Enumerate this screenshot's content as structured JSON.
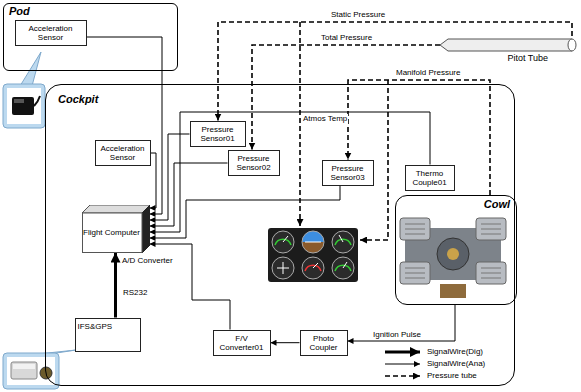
{
  "diagram": {
    "nodes": [
      {
        "text": [
          "Pod"
        ]
      },
      {
        "text": [
          "Acceleration Sensor"
        ],
        "in": 0
      },
      {
        "text": [
          "Cockpit"
        ]
      },
      {
        "text": [
          "Pressure Sensor01"
        ],
        "in": 2
      },
      {
        "text": [
          "Pressure Sensor02"
        ],
        "in": 2
      },
      {
        "text": [
          "Acceleration Sensor"
        ],
        "in": 2
      },
      {
        "text": [
          "Flight Computer"
        ],
        "in": 2
      },
      {
        "text": [
          "Pressure Sensor03"
        ],
        "in": 2
      },
      {
        "text": [
          "Thermo Couple01"
        ],
        "in": 2
      },
      {
        "text": [
          "F/V Converter01"
        ],
        "in": 2
      },
      {
        "text": [
          "Photo Coupler"
        ],
        "in": 2
      },
      {
        "text": [
          "IFS&GPS"
        ],
        "in": 2
      },
      {
        "text": [
          "Cowl"
        ]
      },
      {
        "text": [
          "Pitot Tube"
        ]
      }
    ],
    "edges": [
      {
        "from": 1,
        "to": 6,
        "arrow": "to"
      },
      {
        "from": 3,
        "to": 6,
        "arrow": "to"
      },
      {
        "from": 4,
        "to": 6,
        "arrow": "to"
      },
      {
        "from": 5,
        "to": 6,
        "arrow": "to"
      },
      {
        "from": 7,
        "to": 6,
        "arrow": "to"
      },
      {
        "from": 8,
        "to": 6,
        "arrow": "to"
      },
      {
        "from": 9,
        "to": 6,
        "arrow": "to"
      },
      {
        "from": 10,
        "to": 9,
        "arrow": "to"
      },
      {
        "from": 12,
        "to": 10,
        "arrow": "to"
      },
      {
        "from": 11,
        "to": 6,
        "arrow": "to"
      },
      {
        "from": 13,
        "to": 3,
        "arrow": "to"
      },
      {
        "from": 13,
        "to": 4,
        "arrow": "to"
      },
      {
        "from": 12,
        "to": 7,
        "arrow": "to"
      }
    ],
    "labels": [
      "Static Pressure",
      "Total Pressure",
      "Manifold Pressure",
      "Atmos Temp",
      "A/D Converter",
      "RS232",
      "Ignition Pulse"
    ],
    "legend": [
      {
        "text": "SignalWire(Dig)"
      },
      {
        "text": "SignalWire(Ana)"
      },
      {
        "text": "Pressure tube"
      }
    ]
  }
}
